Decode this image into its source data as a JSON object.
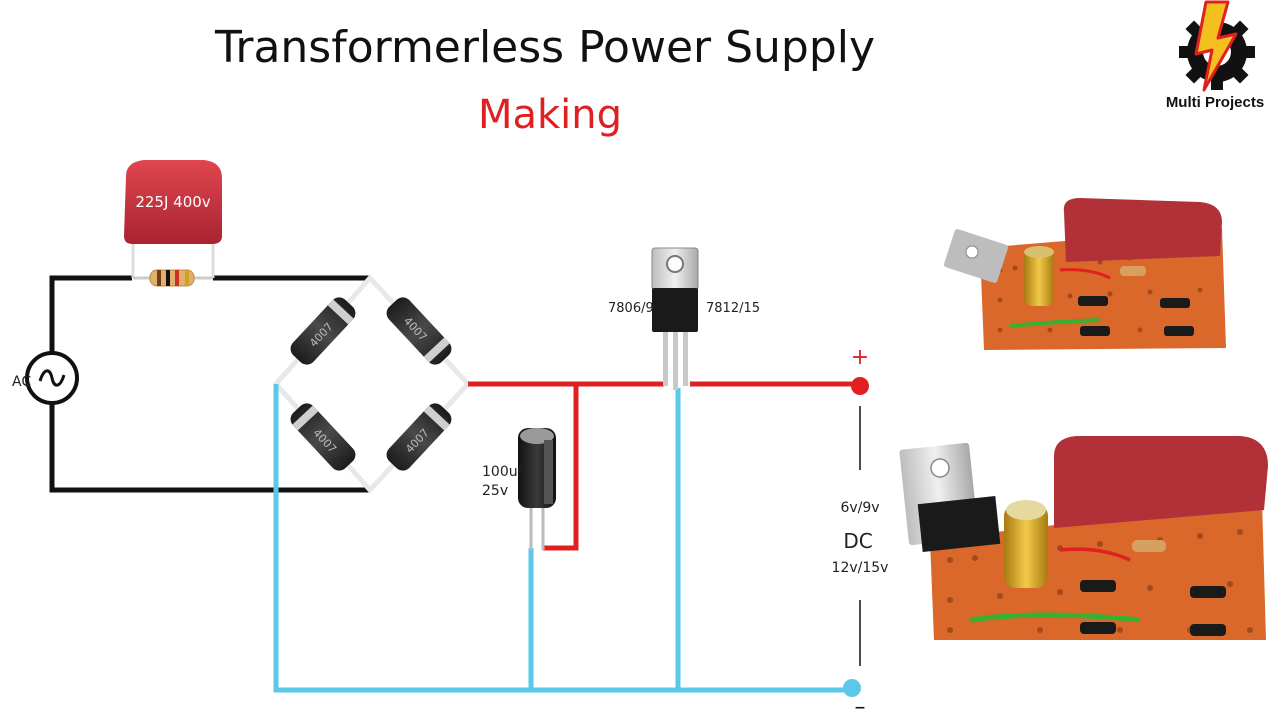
{
  "header": {
    "title": "Transformerless Power Supply",
    "subtitle": "Making"
  },
  "logo": {
    "text": "Multi Projects",
    "icon": "gear-lightning-icon"
  },
  "components": {
    "capacitor_label": "225J 400v",
    "ac_label": "AC",
    "electrolytic_value": "100uf",
    "electrolytic_voltage": "25v",
    "regulator_left_label": "7806/9",
    "regulator_right_label": "7812/15"
  },
  "output": {
    "plus": "+",
    "minus": "–",
    "voltage_low": "6v/9v",
    "type": "DC",
    "voltage_high": "12v/15v"
  },
  "colors": {
    "ac_wire": "#111111",
    "positive_wire": "#e02020",
    "negative_wire": "#5bc8e8",
    "capacitor": "#c8303a",
    "pcb": "#d9682a"
  }
}
